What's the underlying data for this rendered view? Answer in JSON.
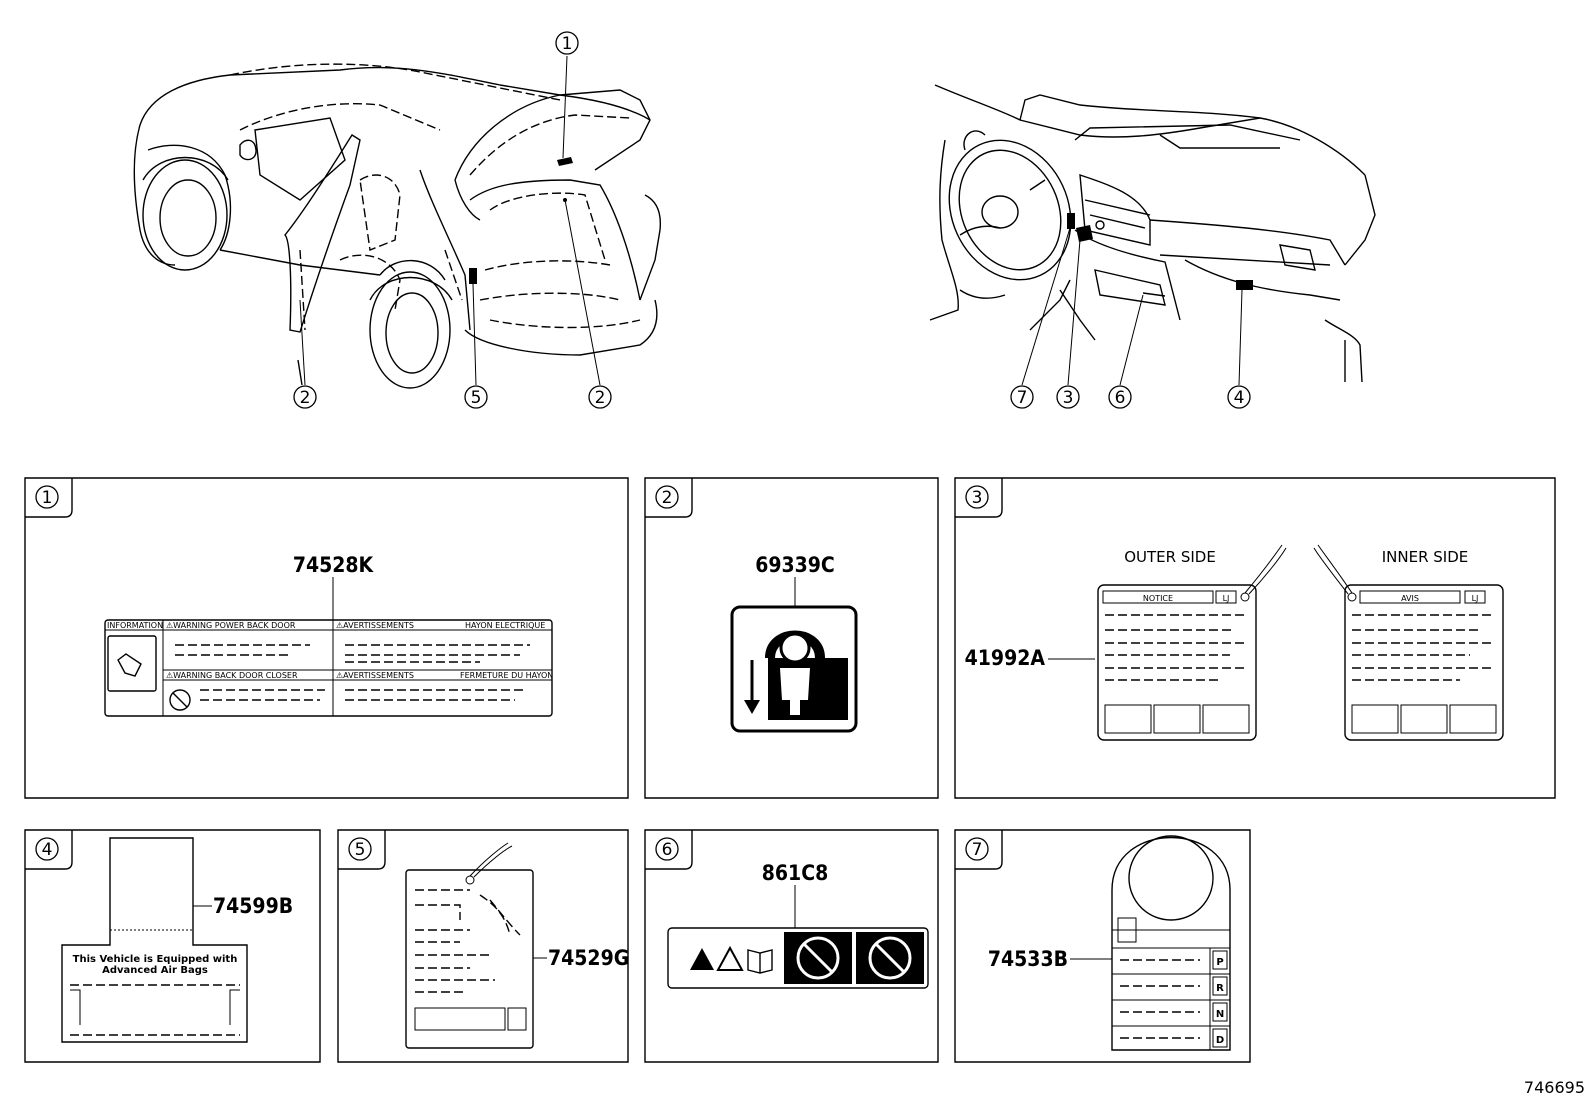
{
  "callouts": [
    "1",
    "2",
    "3",
    "4",
    "5",
    "6",
    "7"
  ],
  "panels": {
    "p1": {
      "index": "1",
      "part": "74528K",
      "label": {
        "col0": "INFORMATION",
        "w1": "⚠WARNING POWER BACK DOOR",
        "a1": "⚠AVERTISSEMENTS",
        "a1r": "HAYON ELECTRIQUE",
        "w2": "⚠WARNING BACK DOOR CLOSER",
        "a2": "⚠AVERTISSEMENTS",
        "a2r": "FERMETURE DU HAYON"
      }
    },
    "p2": {
      "index": "2",
      "part": "69339C"
    },
    "p3": {
      "index": "3",
      "part": "41992A",
      "outer": "OUTER SIDE",
      "inner": "INNER SIDE",
      "notice": "NOTICE",
      "avis": "AVIS",
      "lj": "LJ"
    },
    "p4": {
      "index": "4",
      "part": "74599B",
      "line1": "This Vehicle is Equipped with",
      "line2": "Advanced Air Bags"
    },
    "p5": {
      "index": "5",
      "part": "74529G"
    },
    "p6": {
      "index": "6",
      "part": "861C8"
    },
    "p7": {
      "index": "7",
      "part": "74533B",
      "gears": [
        "P",
        "R",
        "N",
        "D"
      ]
    }
  },
  "ref_number": "746695"
}
